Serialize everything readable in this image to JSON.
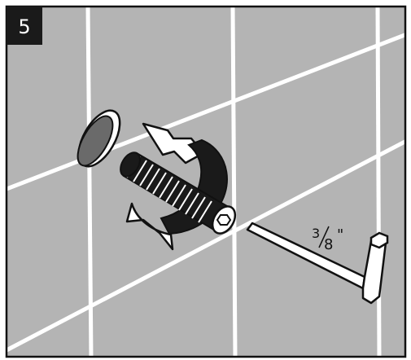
{
  "step": {
    "number": "5"
  },
  "hex_key": {
    "size_numerator": "3",
    "size_denominator": "8",
    "size_unit": "\""
  },
  "colors": {
    "tile": "#b4b4b4",
    "grout": "#ffffff",
    "outline": "#111111",
    "step_badge": "#1a1a1a",
    "cap_fill": "#6a6a6a",
    "thread_dark": "#1a1a1a",
    "thread_light": "#ffffff"
  },
  "icons": [
    "cover-cap-icon",
    "rotation-arrow-icon",
    "threaded-pipe-icon",
    "hex-key-icon"
  ]
}
